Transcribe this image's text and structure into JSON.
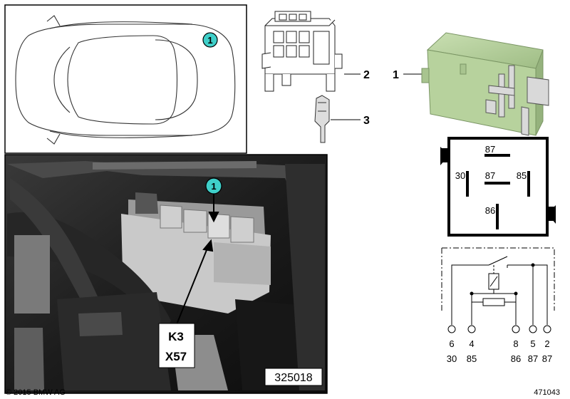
{
  "car_callout": "1",
  "photo_callout": "1",
  "photo_label_line1": "K3",
  "photo_label_line2": "X57",
  "photo_ref": "325018",
  "part_labels": {
    "relay": "1",
    "housing": "2",
    "contact": "3"
  },
  "relay_face_pins": {
    "top": "87",
    "center": "87",
    "left": "30",
    "right": "85",
    "bottom": "86"
  },
  "schematic": {
    "pin_numbers": [
      "6",
      "4",
      "8",
      "5",
      "2"
    ],
    "terminal_numbers": [
      "30",
      "85",
      "86",
      "87",
      "87"
    ]
  },
  "copyright": "© 2015 BMW AG",
  "diagram_id": "471043",
  "colors": {
    "callout_fill": "#3fcfc9",
    "relay_green": "#b4d19a"
  }
}
